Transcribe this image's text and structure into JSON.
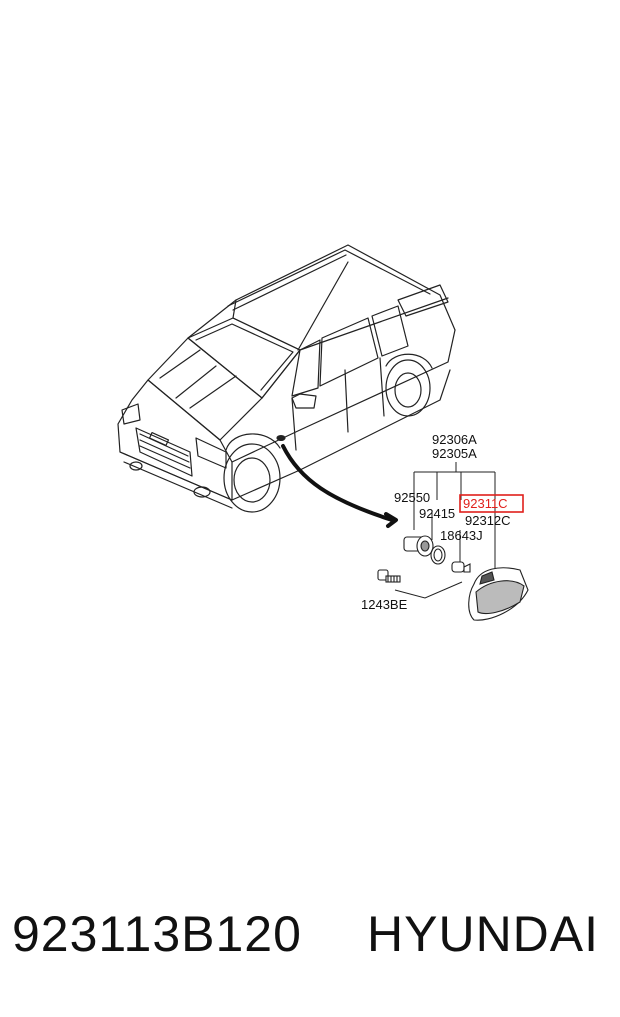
{
  "diagram": {
    "callouts": {
      "c92306A": "92306A",
      "c92305A": "92305A",
      "c92550": "92550",
      "c92311C": "92311C",
      "c92415": "92415",
      "c92312C": "92312C",
      "c18643J": "18643J",
      "c1243BE": "1243BE"
    },
    "highlight_color": "#e0201c"
  },
  "footer": {
    "part_number": "923113B120",
    "brand": "HYUNDAI"
  }
}
